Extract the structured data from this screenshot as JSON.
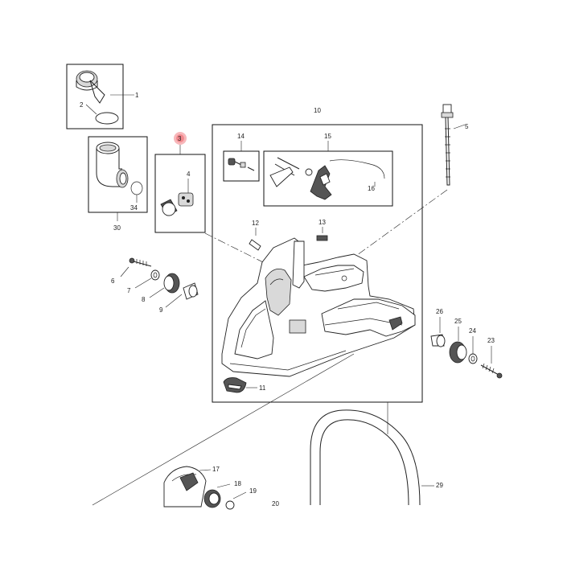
{
  "highlight_color": "#e8303a",
  "callouts": {
    "c1": "1",
    "c2": "2",
    "c3": "3",
    "c4": "4",
    "c5": "5",
    "c6": "6",
    "c7": "7",
    "c8": "8",
    "c9": "9",
    "c10": "10",
    "c11": "11",
    "c12": "12",
    "c13": "13",
    "c14": "14",
    "c15": "15",
    "c16": "16",
    "c17": "17",
    "c18": "18",
    "c19": "19",
    "c20": "20",
    "c23": "23",
    "c24": "24",
    "c25": "25",
    "c26": "26",
    "c29": "29",
    "c30": "30",
    "c34": "34"
  }
}
